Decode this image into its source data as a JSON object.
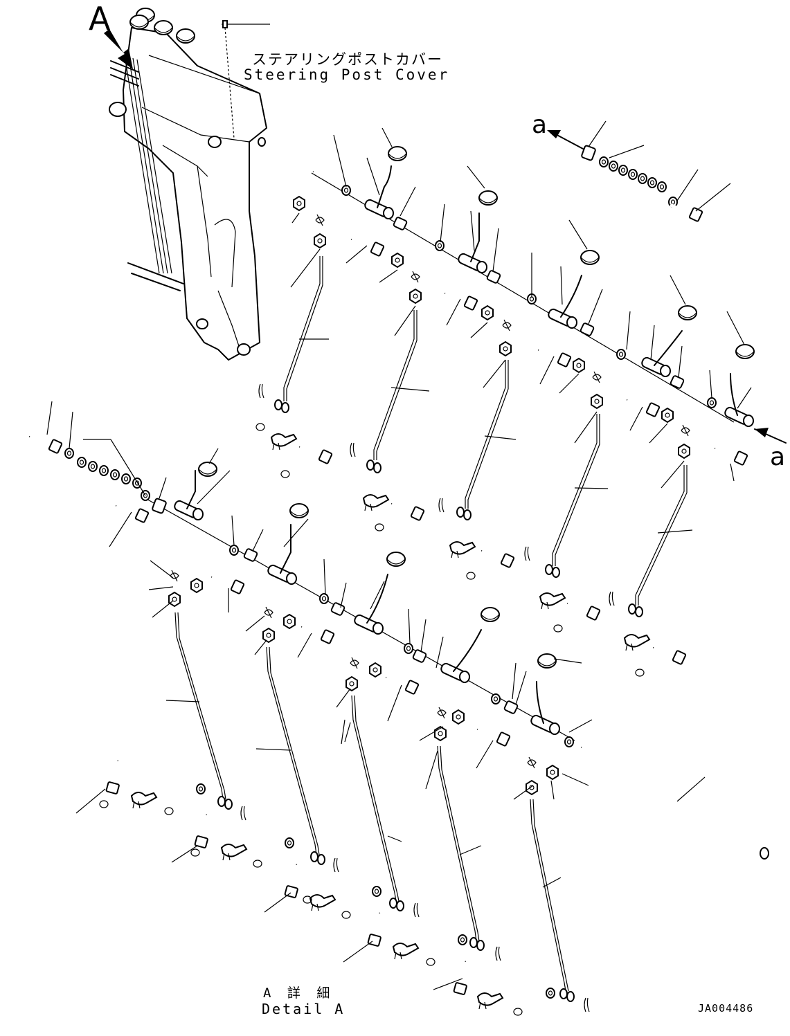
{
  "labels": {
    "view_marker": "A",
    "cover_jp": "ステアリングポストカバー",
    "cover_en": "Steering Post Cover",
    "arrow_top": "a",
    "arrow_right": "a",
    "detail_jp": "A 詳 細",
    "detail_en": "Detail A",
    "drawing_code": "JA004486"
  }
}
